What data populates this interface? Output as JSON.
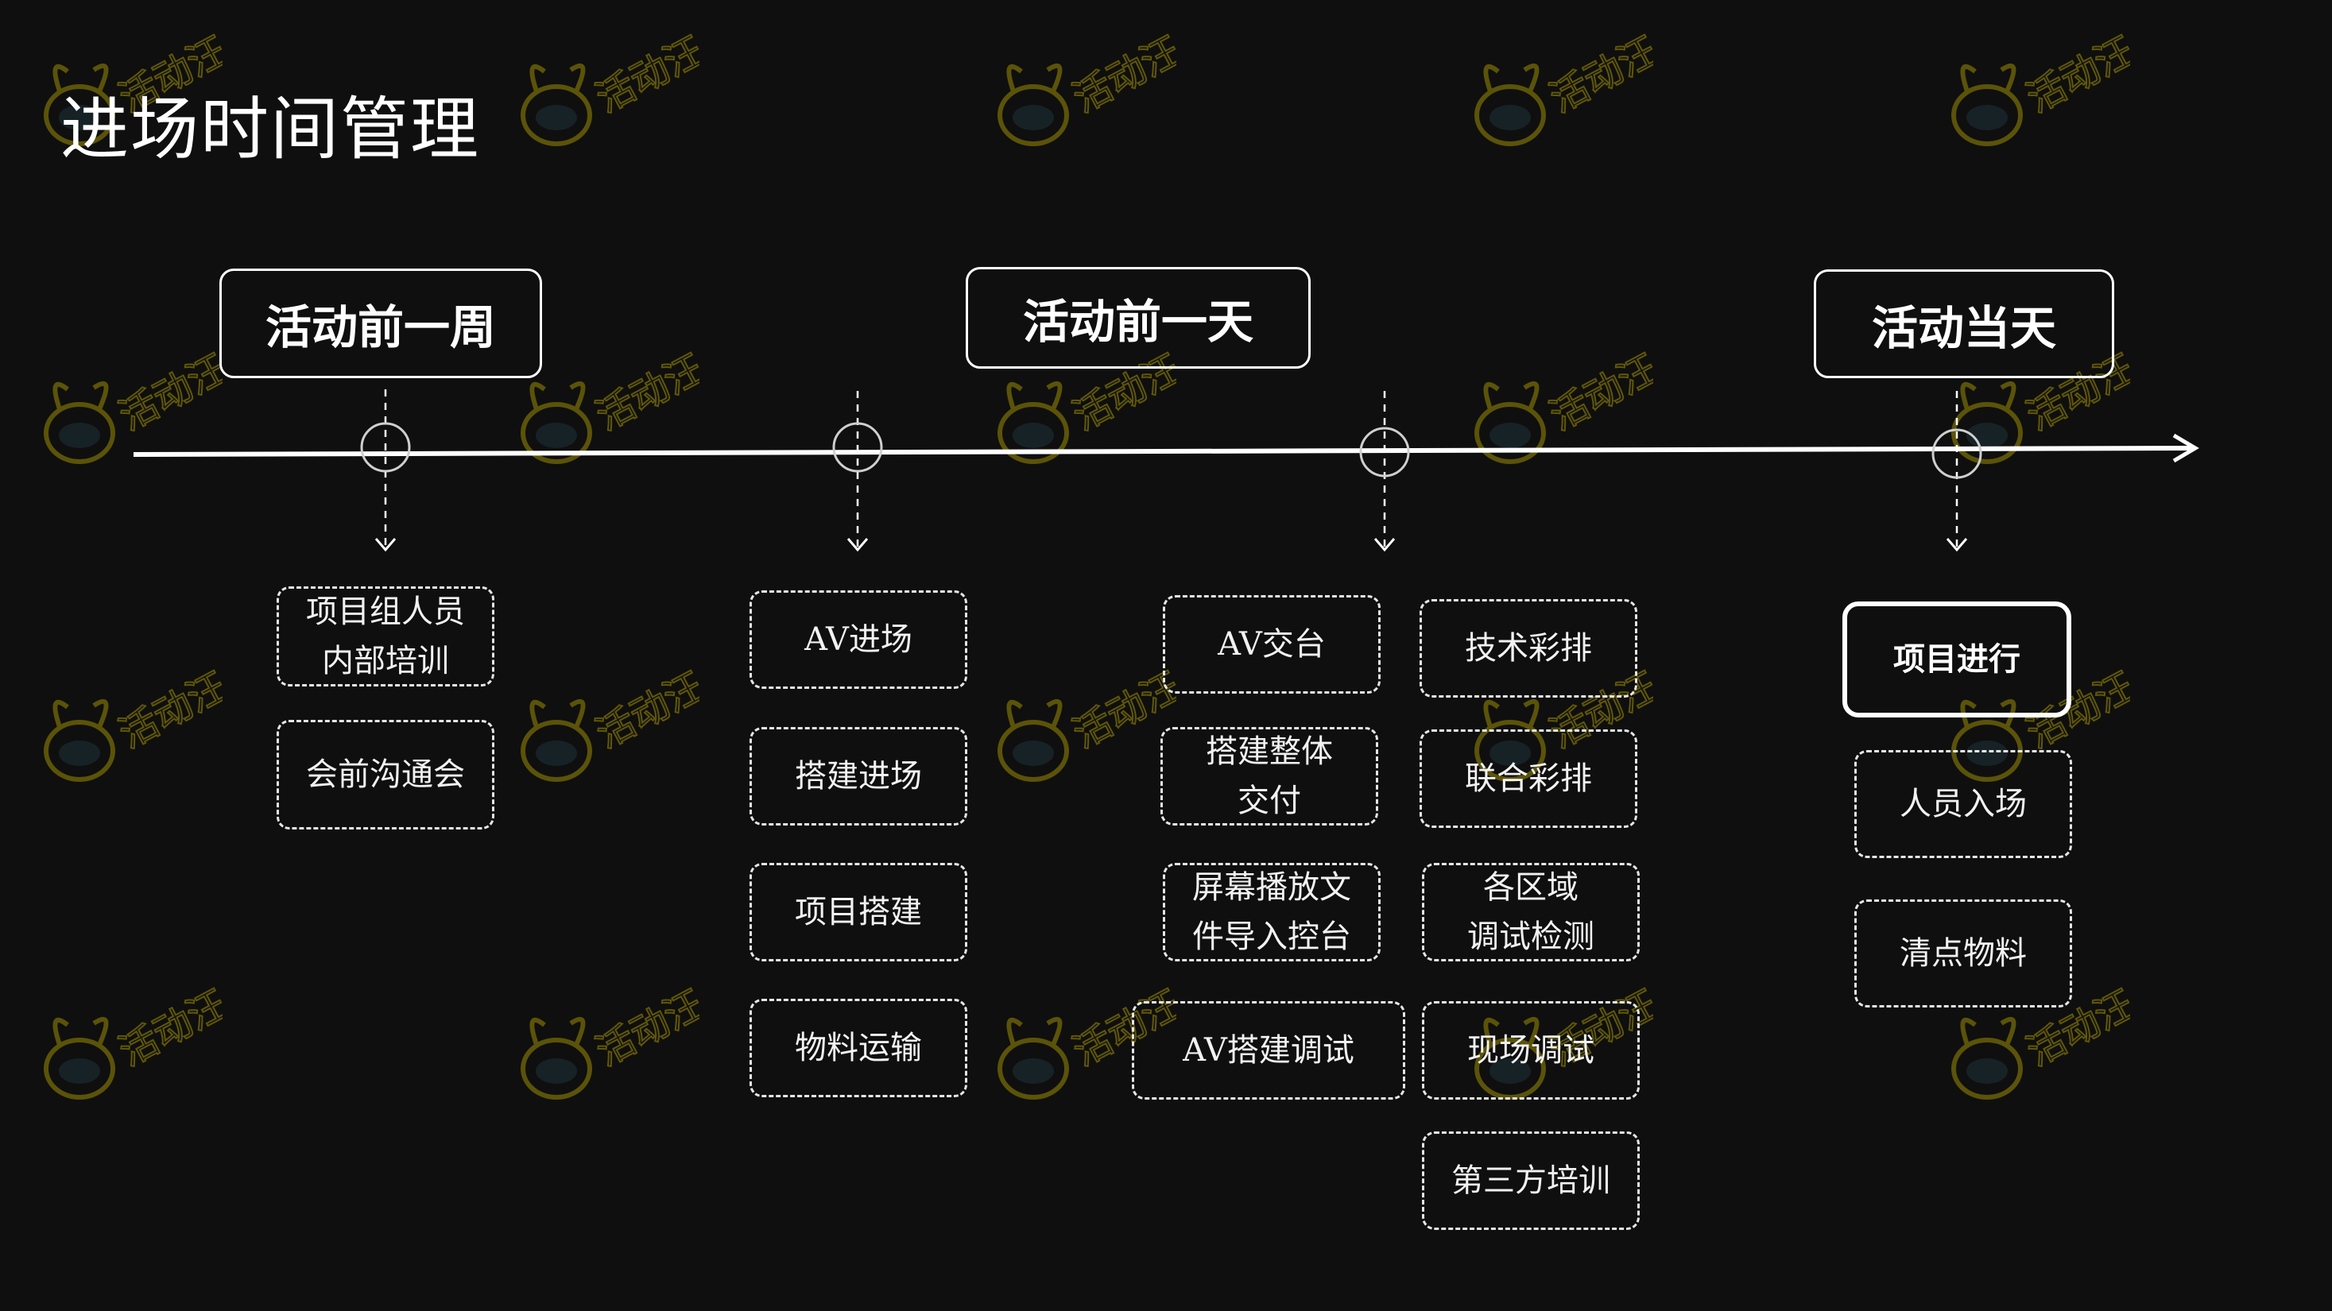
{
  "title": "进场时间管理",
  "phases": [
    {
      "label": "活动前一周"
    },
    {
      "label": "活动前一天"
    },
    {
      "label": "活动当天"
    }
  ],
  "watermark_text": "活动汪",
  "colors": {
    "background": "#0f0f0f",
    "line": "#ffffff",
    "watermark": "#c8b400"
  },
  "tasks": {
    "week_before": [
      "项目组人员\n内部培训",
      "会前沟通会"
    ],
    "build": [
      "AV进场",
      "搭建进场",
      "项目搭建",
      "物料运输"
    ],
    "day_before_a": [
      "AV交台",
      "搭建整体\n交付",
      "屏幕播放文\n件导入控台",
      "AV搭建调试"
    ],
    "day_before_b": [
      "技术彩排",
      "联合彩排",
      "各区域\n调试检测",
      "现场调试",
      "第三方培训"
    ],
    "event_day": [
      "项目进行",
      "人员入场",
      "清点物料"
    ]
  }
}
